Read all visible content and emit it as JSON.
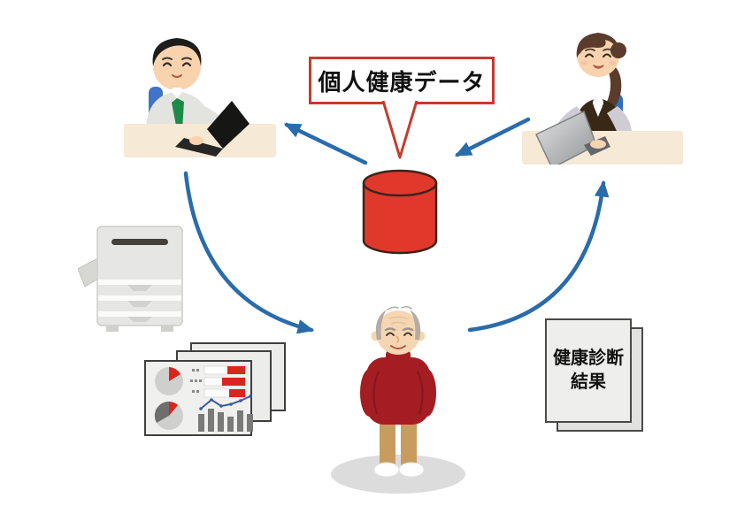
{
  "callout": {
    "label": "個人健康データ"
  },
  "health_report": {
    "line1": "健康診断",
    "line2": "結果"
  },
  "colors": {
    "arrow_blue": "#2a6cab",
    "database_red": "#e0392b",
    "database_outline": "#3f231c",
    "callout_border": "#c43b2c",
    "sweater_red": "#a31d22",
    "tie_green": "#1e8a4a",
    "desk_beige": "#f6ead6",
    "chair_blue": "#3f74c9"
  },
  "icons": {
    "database": "database-cylinder-icon",
    "male_worker": "male-office-worker-at-laptop-icon",
    "female_worker": "female-office-worker-at-laptop-icon",
    "elderly_man": "elderly-man-standing-icon",
    "printer": "printer-copier-icon",
    "charts_report": "report-pages-with-charts-icon",
    "arrows": "blue-flow-arrow-icon"
  }
}
